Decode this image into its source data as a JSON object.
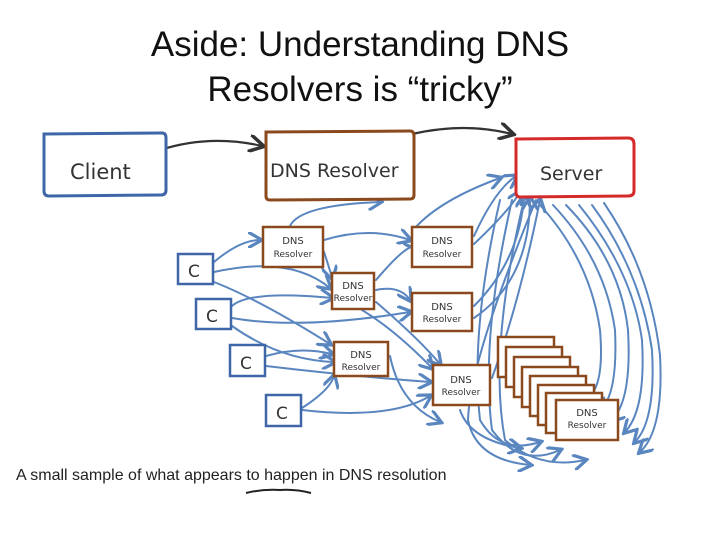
{
  "slide": {
    "title_line1": "Aside: Understanding DNS",
    "title_line2": "Resolvers is “tricky”",
    "caption": "A small sample of what appears to happen in DNS resolution"
  },
  "diagram": {
    "client_label": "Client",
    "resolver_label": "DNS Resolver",
    "server_label": "Server",
    "small_client_label": "C",
    "small_resolver_line1": "DNS",
    "small_resolver_line2": "Resolver",
    "colors": {
      "client": "#3f67a8",
      "resolver": "#8a4a1e",
      "server": "#d42a2a",
      "arrow": "#5a86c0",
      "top_arrow": "#333333",
      "text": "#333333"
    }
  }
}
